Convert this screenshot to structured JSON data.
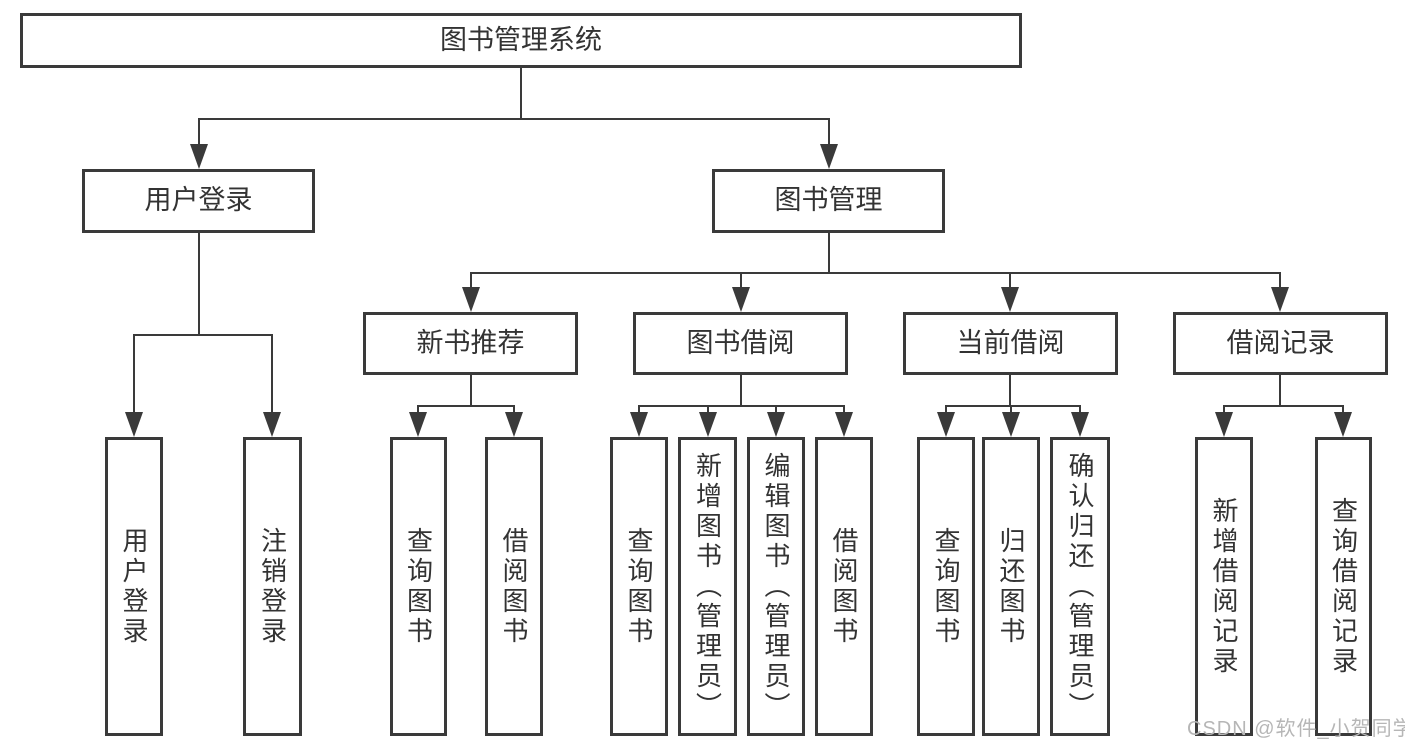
{
  "diagram": {
    "nodes": {
      "root": {
        "label": "图书管理系统"
      },
      "user_login": {
        "label": "用户登录"
      },
      "book_mgmt": {
        "label": "图书管理"
      },
      "new_book_rec": {
        "label": "新书推荐"
      },
      "book_borrow": {
        "label": "图书借阅"
      },
      "current_borrow": {
        "label": "当前借阅"
      },
      "borrow_record": {
        "label": "借阅记录"
      },
      "leaf_user_login": {
        "label": "用户登录"
      },
      "leaf_logout": {
        "label": "注销登录"
      },
      "rec_query_book": {
        "label": "查询图书"
      },
      "rec_borrow_book": {
        "label": "借阅图书"
      },
      "bb_query_book": {
        "label": "查询图书"
      },
      "bb_add_book": {
        "label": "新增图书（管理员）"
      },
      "bb_edit_book": {
        "label": "编辑图书（管理员）"
      },
      "bb_borrow_book": {
        "label": "借阅图书"
      },
      "cb_query_book": {
        "label": "查询图书"
      },
      "cb_return_book": {
        "label": "归还图书"
      },
      "cb_confirm_return": {
        "label": "确认归还（管理员）"
      },
      "br_add_record": {
        "label": "新增借阅记录"
      },
      "br_query_record": {
        "label": "查询借阅记录"
      }
    },
    "hierarchy": {
      "root": [
        "user_login",
        "book_mgmt"
      ],
      "user_login": [
        "leaf_user_login",
        "leaf_logout"
      ],
      "book_mgmt": [
        "new_book_rec",
        "book_borrow",
        "current_borrow",
        "borrow_record"
      ],
      "new_book_rec": [
        "rec_query_book",
        "rec_borrow_book"
      ],
      "book_borrow": [
        "bb_query_book",
        "bb_add_book",
        "bb_edit_book",
        "bb_borrow_book"
      ],
      "current_borrow": [
        "cb_query_book",
        "cb_return_book",
        "cb_confirm_return"
      ],
      "borrow_record": [
        "br_add_record",
        "br_query_record"
      ]
    },
    "colors": {
      "line": "#3a3a3a",
      "text": "#333333",
      "background": "#ffffff",
      "watermark_text": "#b6b6b6"
    }
  },
  "watermark": {
    "text": "CSDN @软件_小贺同学"
  }
}
